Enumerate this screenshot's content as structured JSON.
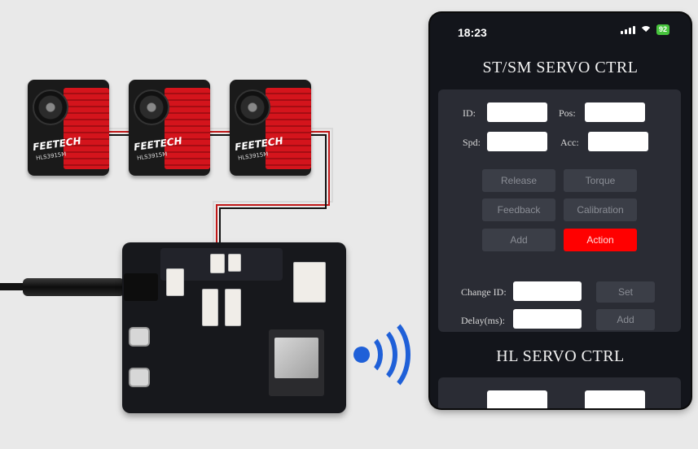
{
  "phone": {
    "time": "18:23",
    "battery": "92",
    "icons": {
      "signal": "signal-icon",
      "wifi": "wifi-icon",
      "battery": "battery-icon"
    }
  },
  "st_sm_section": {
    "title": "ST/SM SERVO CTRL",
    "id_label": "ID:",
    "id_value": "",
    "pos_label": "Pos:",
    "pos_value": "",
    "spd_label": "Spd:",
    "spd_value": "",
    "acc_label": "Acc:",
    "acc_value": "",
    "buttons": {
      "release": "Release",
      "torque": "Torque",
      "feedback": "Feedback",
      "calibration": "Calibration",
      "add": "Add",
      "action": "Action"
    },
    "change_id_label": "Change ID:",
    "change_id_value": "",
    "set_button": "Set",
    "delay_label": "Delay(ms):",
    "delay_value": "",
    "delay_add_button": "Add"
  },
  "hl_section": {
    "title": "HL SERVO CTRL"
  },
  "hardware": {
    "servo_brand": "FEETECH",
    "servo_model": "HLS3915M"
  },
  "colors": {
    "action_button": "#ff0000",
    "wifi_symbol": "#1f60d8",
    "servo_red": "#d4141c",
    "panel": "#2a2c34"
  }
}
